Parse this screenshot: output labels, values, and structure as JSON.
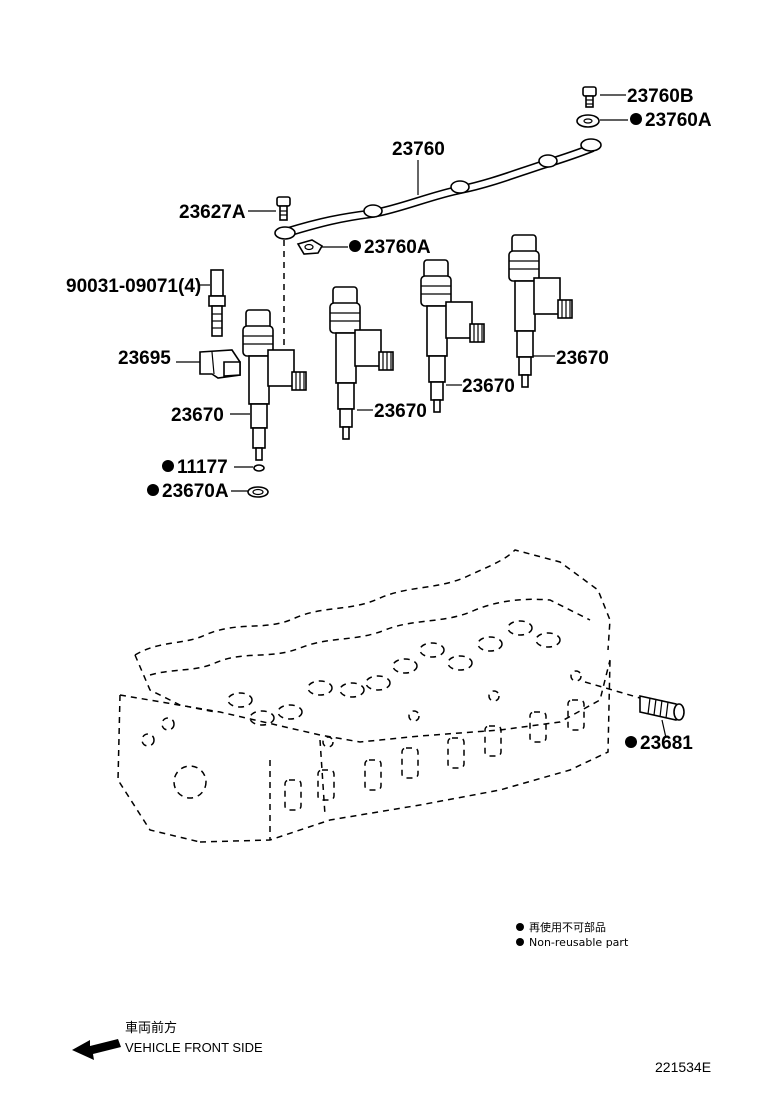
{
  "labels": {
    "p23760B": "23760B",
    "p23760A_top": "23760A",
    "p23760": "23760",
    "p23627A": "23627A",
    "p23760A_mid": "23760A",
    "p90031": "90031-09071(4)",
    "p23695": "23695",
    "p23670_left": "23670",
    "p23670_mid": "23670",
    "p23670_center": "23670",
    "p23670_right": "23670",
    "p11177": "11177",
    "p23670A": "23670A",
    "p23681": "23681"
  },
  "legend": {
    "line_jp": "再使用不可部品",
    "line_en": "Non-reusable part"
  },
  "direction": {
    "line_jp": "車両前方",
    "line_en": "VEHICLE FRONT SIDE"
  },
  "diagram_code": "221534E"
}
